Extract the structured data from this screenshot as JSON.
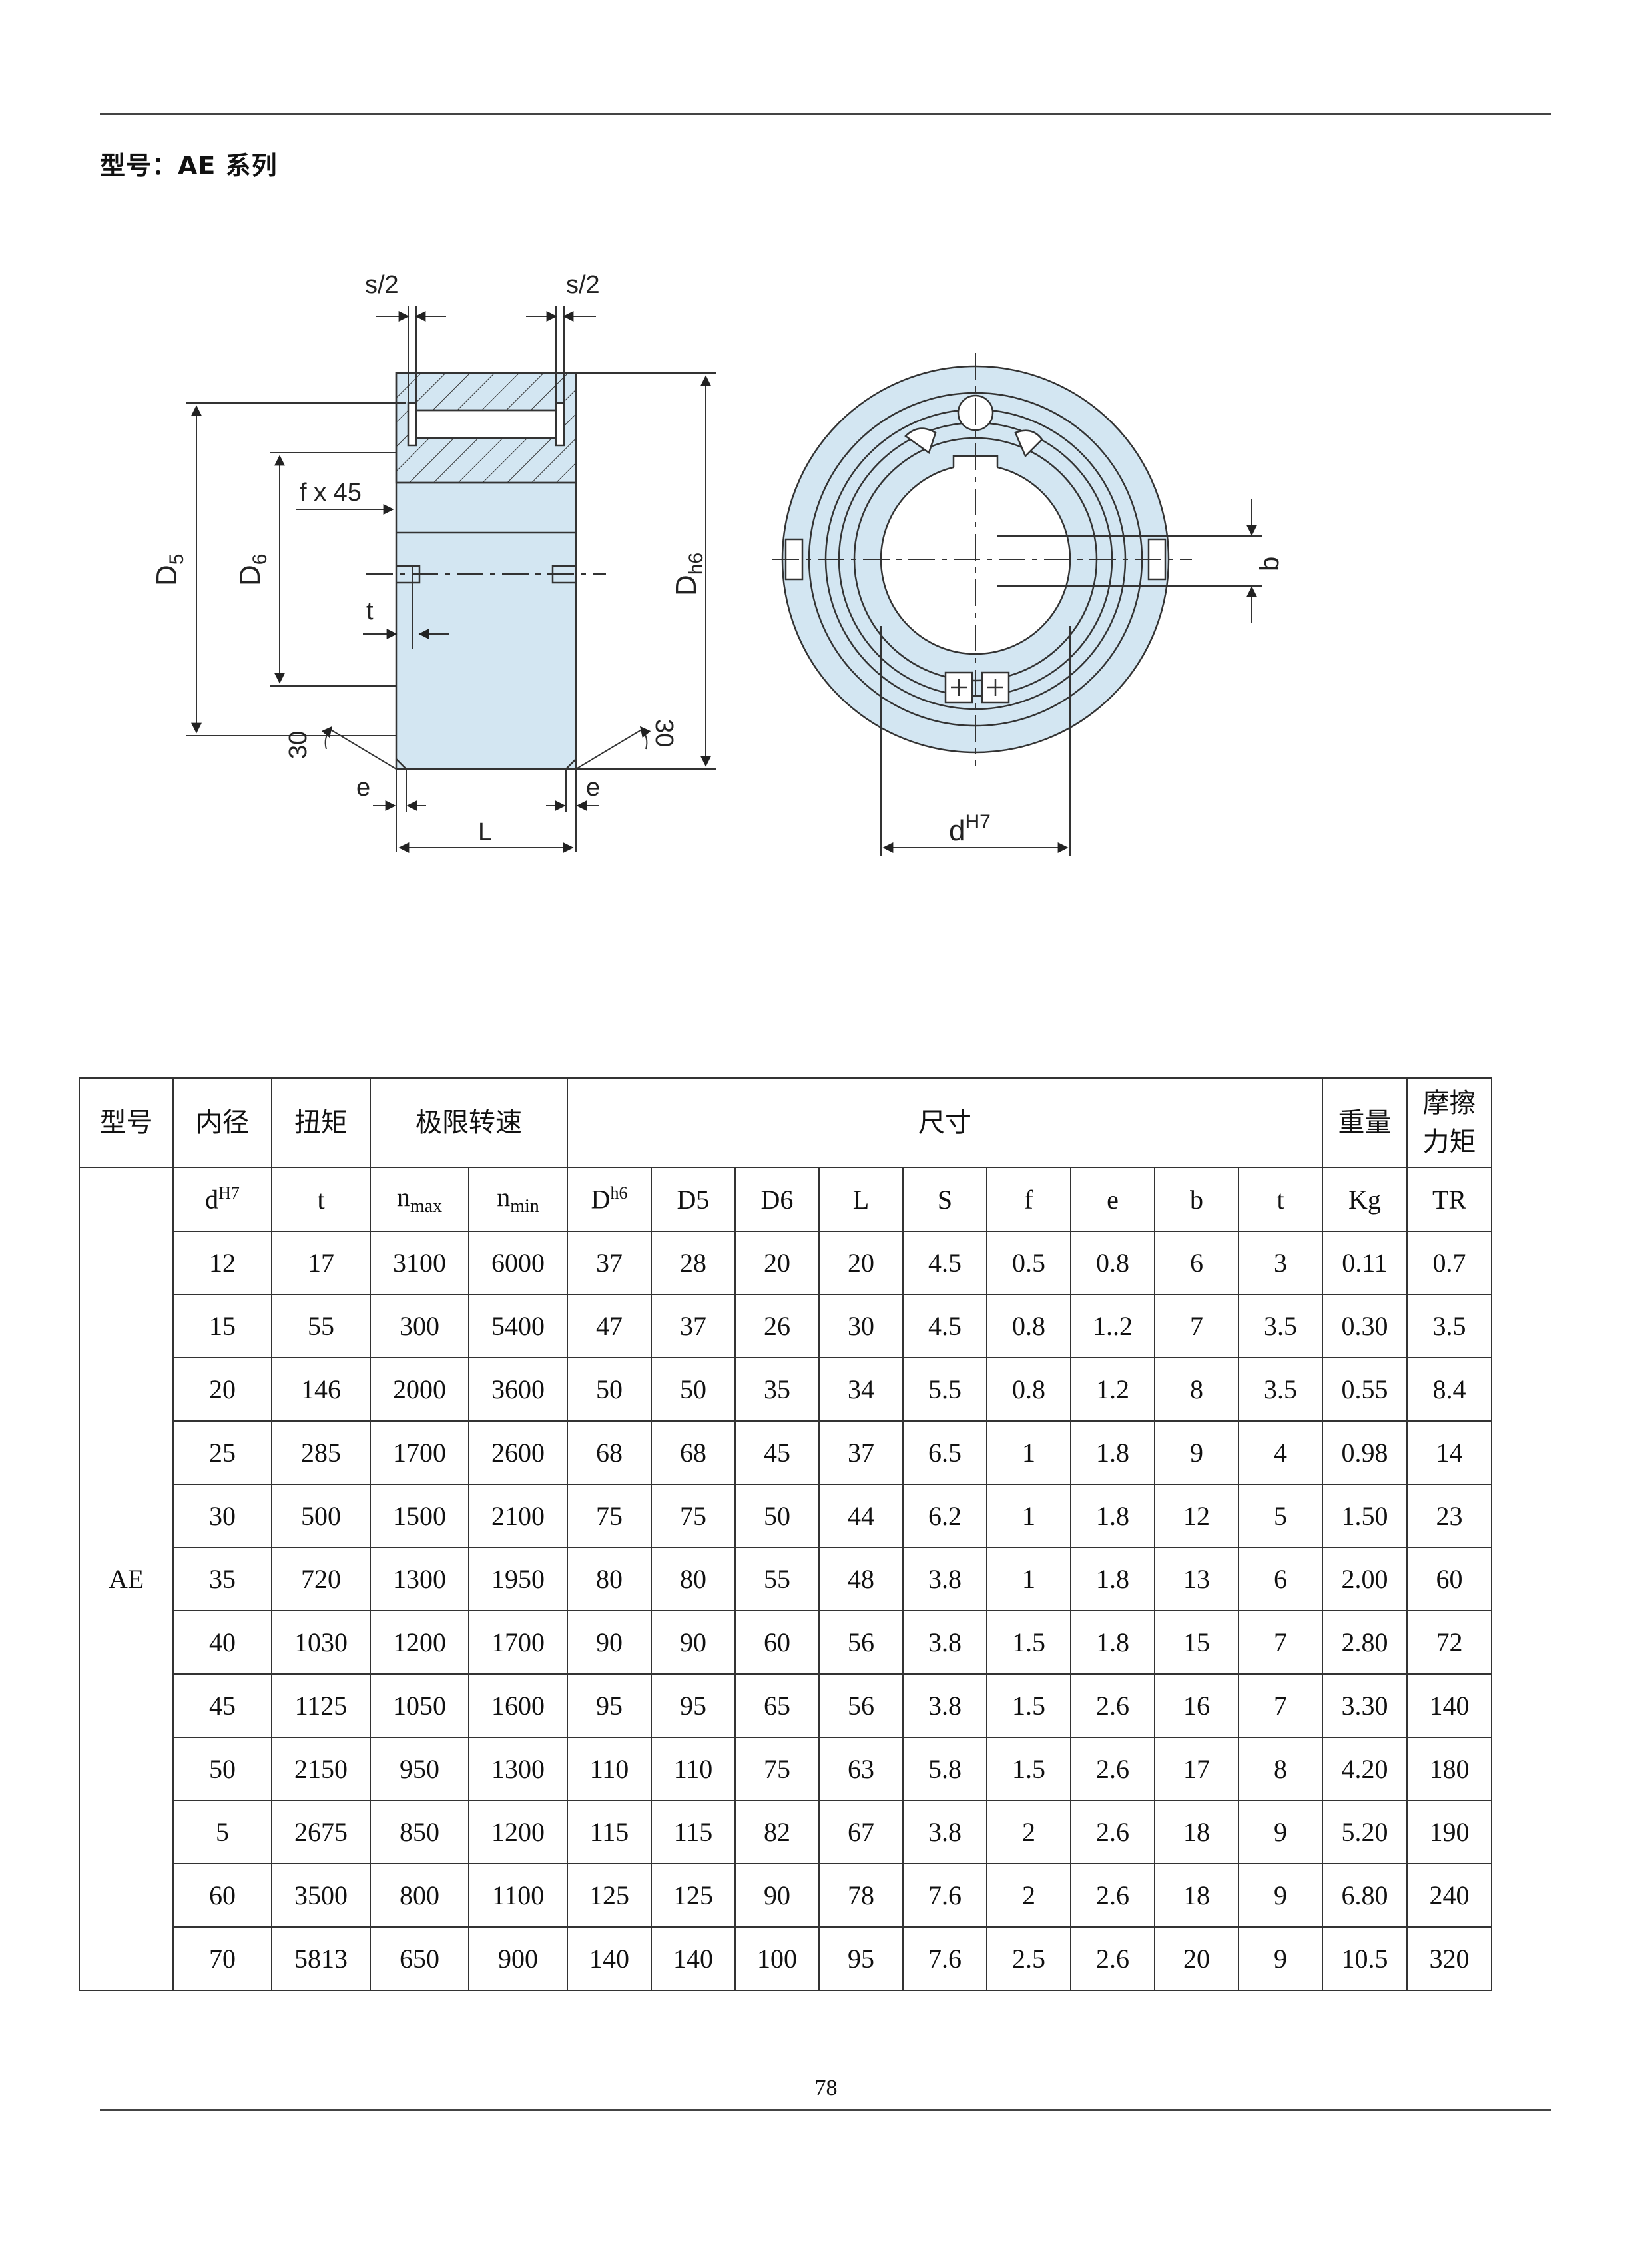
{
  "title": "型号：AE 系列",
  "drawing_labels": {
    "s2_left": "s/2",
    "s2_right": "s/2",
    "f45": "f x 45",
    "D5_main": "D",
    "D5_sub": "5",
    "D6_main": "D",
    "D6_sub": "6",
    "Dh6_main": "D",
    "Dh6_sub": "h6",
    "t": "t",
    "angle_left": "30",
    "angle_right": "30",
    "e_left": "e",
    "e_right": "e",
    "L": "L",
    "b": "b",
    "dH7_main": "d",
    "dH7_sup": "H7"
  },
  "colors": {
    "part_fill": "#d3e6f2",
    "line": "#333333"
  },
  "table": {
    "header": {
      "model": "型号",
      "bore": "内径",
      "torque": "扭矩",
      "speed": "极限转速",
      "dims": "尺寸",
      "weight": "重量",
      "friction_line1": "摩擦",
      "friction_line2": "力矩"
    },
    "model_name": "AE",
    "subheader": {
      "d_main": "d",
      "d_sup": "H7",
      "t": "t",
      "nmax_main": "n",
      "nmax_sub": "max",
      "nmin_main": "n",
      "nmin_sub": "min",
      "D_main": "D",
      "D_sup": "h6",
      "D5": "D5",
      "D6": "D6",
      "L": "L",
      "S": "S",
      "f": "f",
      "e": "e",
      "b": "b",
      "t2": "t",
      "Kg": "Kg",
      "TR": "TR"
    },
    "rows": [
      [
        "12",
        "17",
        "3100",
        "6000",
        "37",
        "28",
        "20",
        "20",
        "4.5",
        "0.5",
        "0.8",
        "6",
        "3",
        "0.11",
        "0.7"
      ],
      [
        "15",
        "55",
        "300",
        "5400",
        "47",
        "37",
        "26",
        "30",
        "4.5",
        "0.8",
        "1..2",
        "7",
        "3.5",
        "0.30",
        "3.5"
      ],
      [
        "20",
        "146",
        "2000",
        "3600",
        "50",
        "50",
        "35",
        "34",
        "5.5",
        "0.8",
        "1.2",
        "8",
        "3.5",
        "0.55",
        "8.4"
      ],
      [
        "25",
        "285",
        "1700",
        "2600",
        "68",
        "68",
        "45",
        "37",
        "6.5",
        "1",
        "1.8",
        "9",
        "4",
        "0.98",
        "14"
      ],
      [
        "30",
        "500",
        "1500",
        "2100",
        "75",
        "75",
        "50",
        "44",
        "6.2",
        "1",
        "1.8",
        "12",
        "5",
        "1.50",
        "23"
      ],
      [
        "35",
        "720",
        "1300",
        "1950",
        "80",
        "80",
        "55",
        "48",
        "3.8",
        "1",
        "1.8",
        "13",
        "6",
        "2.00",
        "60"
      ],
      [
        "40",
        "1030",
        "1200",
        "1700",
        "90",
        "90",
        "60",
        "56",
        "3.8",
        "1.5",
        "1.8",
        "15",
        "7",
        "2.80",
        "72"
      ],
      [
        "45",
        "1125",
        "1050",
        "1600",
        "95",
        "95",
        "65",
        "56",
        "3.8",
        "1.5",
        "2.6",
        "16",
        "7",
        "3.30",
        "140"
      ],
      [
        "50",
        "2150",
        "950",
        "1300",
        "110",
        "110",
        "75",
        "63",
        "5.8",
        "1.5",
        "2.6",
        "17",
        "8",
        "4.20",
        "180"
      ],
      [
        "5",
        "2675",
        "850",
        "1200",
        "115",
        "115",
        "82",
        "67",
        "3.8",
        "2",
        "2.6",
        "18",
        "9",
        "5.20",
        "190"
      ],
      [
        "60",
        "3500",
        "800",
        "1100",
        "125",
        "125",
        "90",
        "78",
        "7.6",
        "2",
        "2.6",
        "18",
        "9",
        "6.80",
        "240"
      ],
      [
        "70",
        "5813",
        "650",
        "900",
        "140",
        "140",
        "100",
        "95",
        "7.6",
        "2.5",
        "2.6",
        "20",
        "9",
        "10.5",
        "320"
      ]
    ]
  },
  "page_number": "78"
}
